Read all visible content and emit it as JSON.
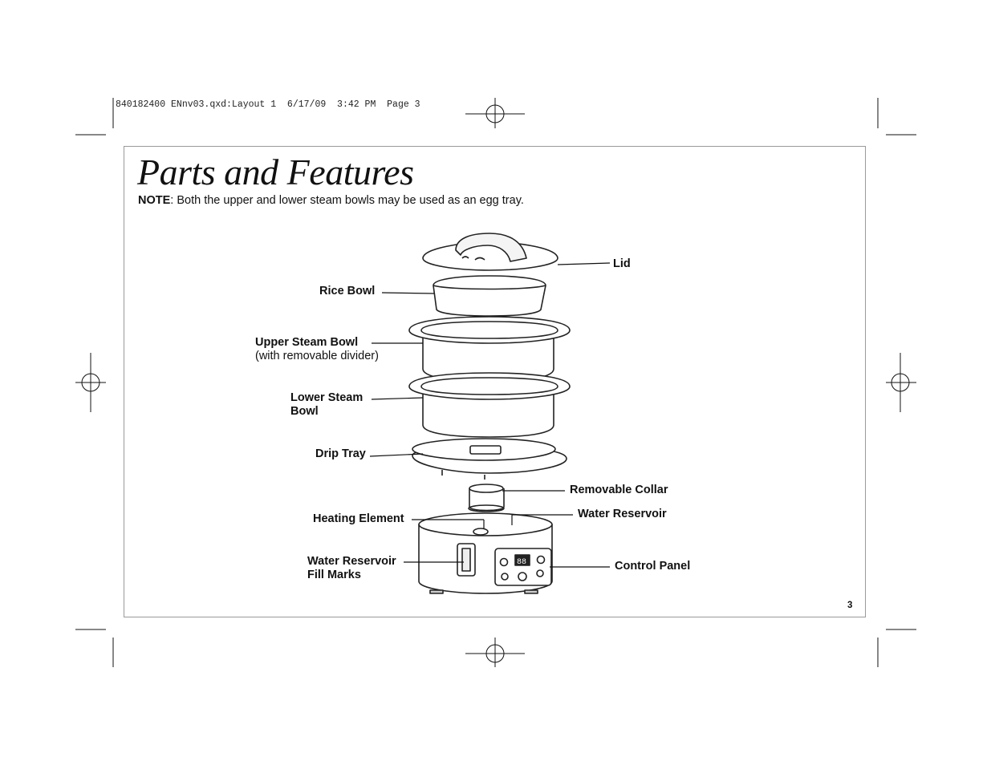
{
  "header": {
    "slug": "840182400 ENnv03.qxd:Layout 1  6/17/09  3:42 PM  Page 3"
  },
  "page": {
    "title": "Parts and Features",
    "note_label": "NOTE",
    "note_text": ": Both the upper and lower steam bowls may be used as an egg tray.",
    "page_number": "3"
  },
  "labels": {
    "lid": "Lid",
    "rice_bowl": "Rice Bowl",
    "upper_steam_bowl": "Upper Steam Bowl",
    "upper_steam_bowl_note": "(with removable divider)",
    "lower_steam_bowl_1": "Lower Steam",
    "lower_steam_bowl_2": "Bowl",
    "drip_tray": "Drip Tray",
    "removable_collar": "Removable Collar",
    "water_reservoir": "Water Reservoir",
    "heating_element": "Heating Element",
    "fill_marks_1": "Water Reservoir",
    "fill_marks_2": "Fill Marks",
    "control_panel": "Control Panel",
    "display": "88"
  }
}
